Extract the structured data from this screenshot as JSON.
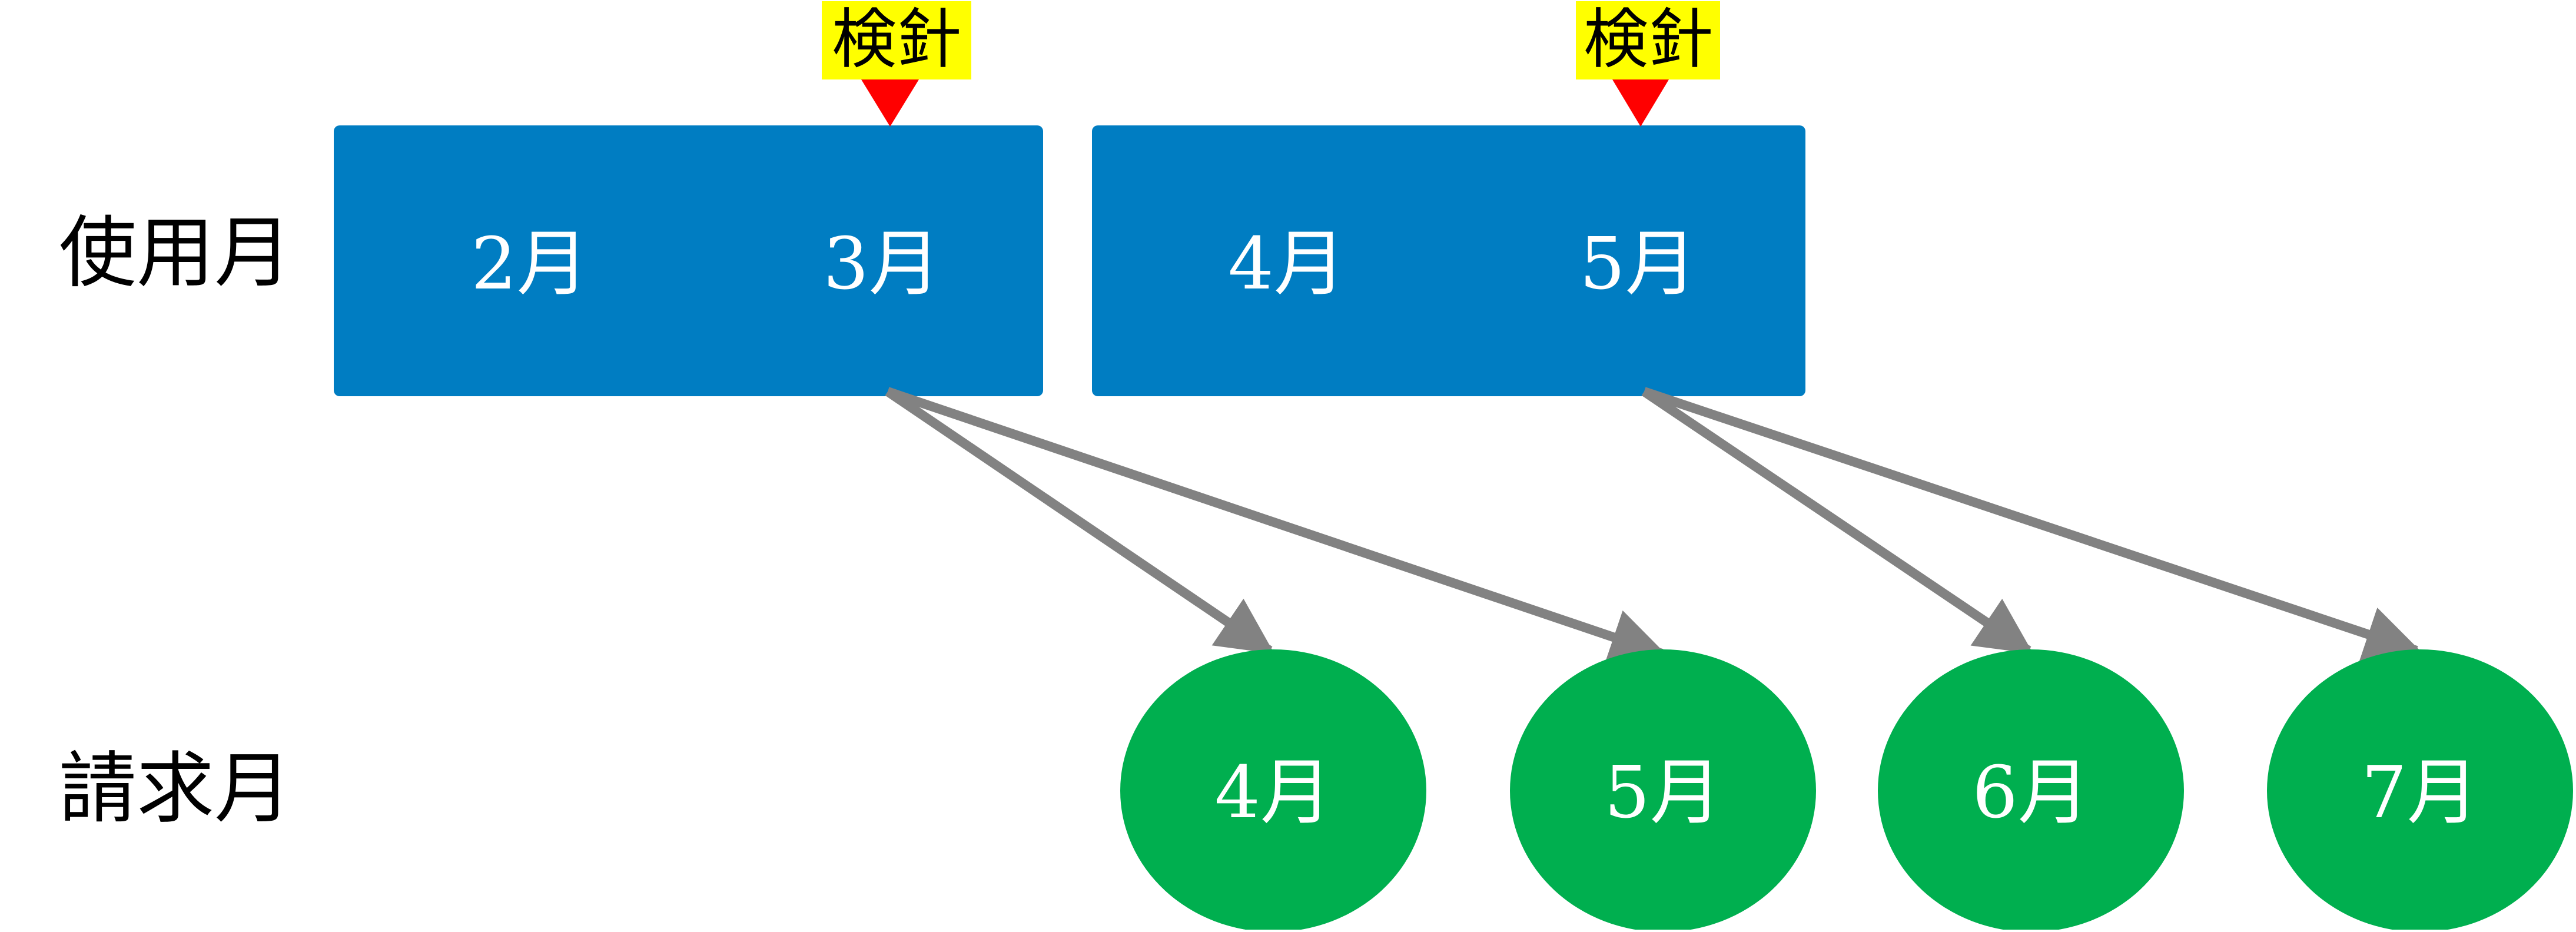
{
  "labels": {
    "usage_month": "使用月",
    "billing_month": "請求月"
  },
  "meter_reading": {
    "label": "検針",
    "background": "#FFFF00",
    "marker_color": "#FF0000"
  },
  "usage_periods": [
    {
      "months": [
        "2月",
        "3月"
      ]
    },
    {
      "months": [
        "4月",
        "5月"
      ]
    }
  ],
  "billing_months": [
    "4月",
    "5月",
    "6月",
    "7月"
  ],
  "colors": {
    "usage_box": "#007DC2",
    "billing_circle": "#00AF4F",
    "arrow": "#828282",
    "label_text": "#000000",
    "inner_text": "#FFFFFF"
  }
}
